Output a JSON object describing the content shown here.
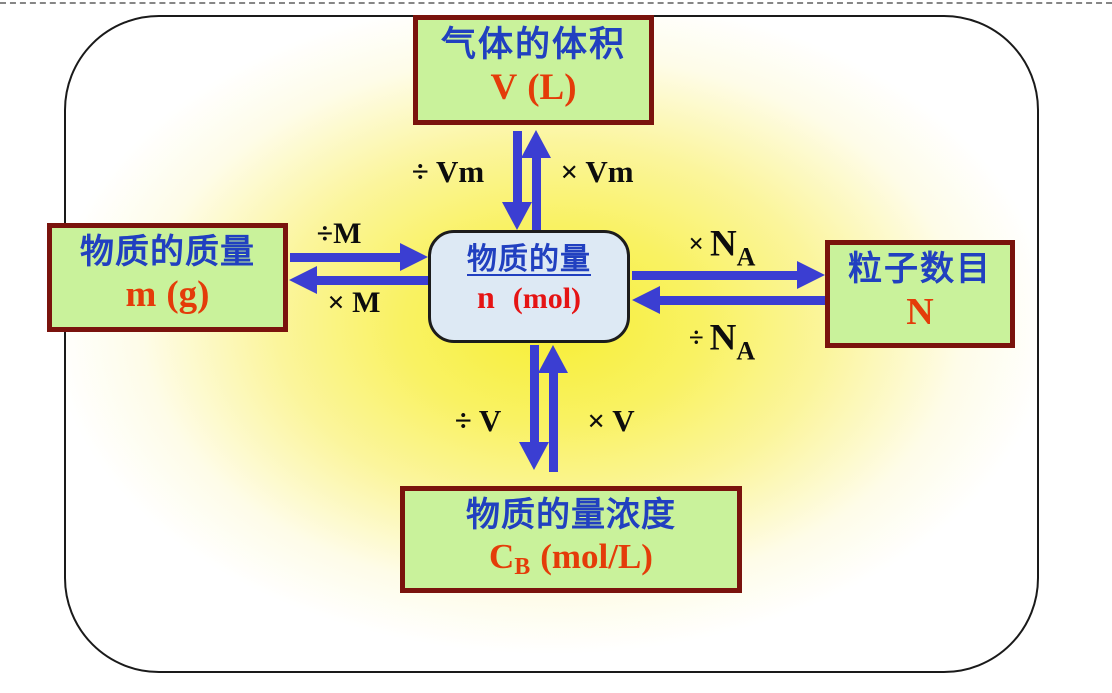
{
  "colors": {
    "arrow_blue": "#3b3ed2",
    "node_green_bg": "#c9f29b",
    "node_border_dark_red": "#7a130d",
    "center_node_bg": "#dde9f4",
    "center_node_border": "#1c1c1c",
    "title_blue": "#2140c0",
    "symbol_red_orange": "#e43c09",
    "center_symbol_red": "#e51414",
    "glow_yellow": "#f7ee35",
    "edge_label_black": "#0d0d0d",
    "slide_border_black": "#1a1a1a"
  },
  "nodes": {
    "center": {
      "title": "物质的量",
      "symbol": "n",
      "unit": "(mol)"
    },
    "top": {
      "title": "气体的体积",
      "symbol": "V",
      "unit": "(L)"
    },
    "left": {
      "title": "物质的质量",
      "symbol": "m",
      "unit": "(g)"
    },
    "right": {
      "title": "粒子数目",
      "symbol": "N"
    },
    "bottom": {
      "title": "物质的量浓度",
      "symbol": "C",
      "symbol_sub": "B",
      "unit": "(mol/L)"
    }
  },
  "edges": {
    "top_to_center_label": "÷ Vm",
    "center_to_top_label": "× Vm",
    "left_to_center_label": "÷M",
    "center_to_left_label": "× M",
    "center_to_right": {
      "op": "×",
      "base": "N",
      "sub": "A"
    },
    "right_to_center": {
      "op": "÷",
      "base": "N",
      "sub": "A"
    },
    "center_to_bottom_label": "÷ V",
    "bottom_to_center_label": "× V"
  }
}
